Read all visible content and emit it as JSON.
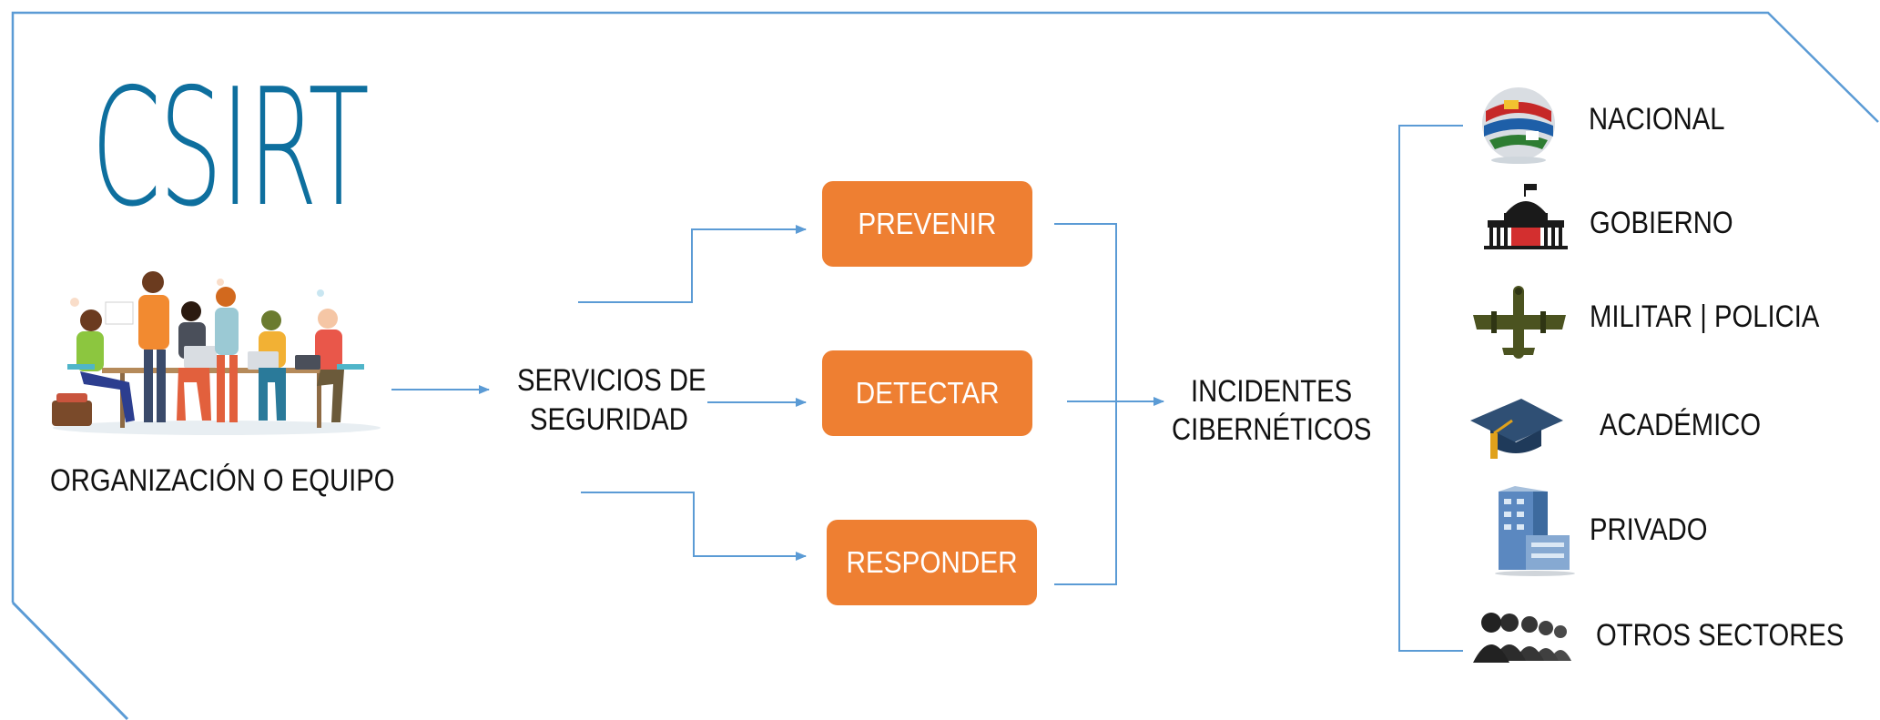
{
  "title": "CSIRT",
  "source": {
    "label": "ORGANIZACIÓN O EQUIPO"
  },
  "services": {
    "label_line1": "SERVICIOS DE",
    "label_line2": "SEGURIDAD"
  },
  "actions": [
    {
      "label": "PREVENIR"
    },
    {
      "label": "DETECTAR"
    },
    {
      "label": "RESPONDER"
    }
  ],
  "incidents": {
    "label_line1": "INCIDENTES",
    "label_line2": "CIBERNÉTICOS"
  },
  "sectors": [
    {
      "label": "NACIONAL",
      "icon": "globe-flags-icon"
    },
    {
      "label": "GOBIERNO",
      "icon": "government-building-icon"
    },
    {
      "label": "MILITAR | POLICIA",
      "icon": "military-aircraft-icon"
    },
    {
      "label": "ACADÉMICO",
      "icon": "graduation-cap-icon"
    },
    {
      "label": "PRIVADO",
      "icon": "office-building-icon"
    },
    {
      "label": "OTROS SECTORES",
      "icon": "people-group-icon"
    }
  ],
  "colors": {
    "accent": "#ee7f32",
    "title": "#0e6f9e",
    "lines": "#5b9bd5"
  }
}
